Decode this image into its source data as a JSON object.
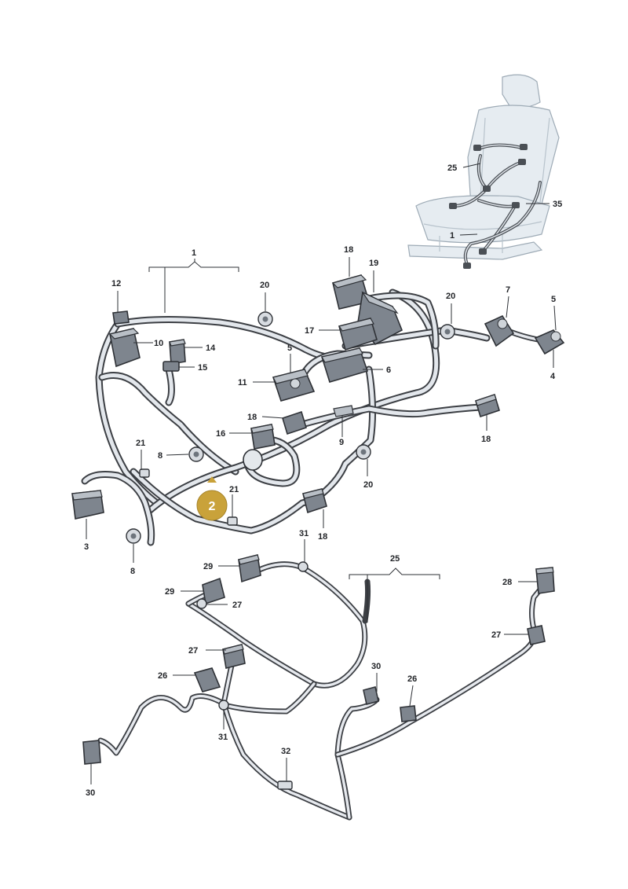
{
  "diagram": {
    "highlight_badge": "2",
    "callouts": {
      "c1_top": "1",
      "c12": "12",
      "c10": "10",
      "c14": "14",
      "c15": "15",
      "c20_a": "20",
      "c18_a": "18",
      "c19": "19",
      "c17": "17",
      "c5_a": "5",
      "c11": "11",
      "c6": "6",
      "c20_b": "20",
      "c7": "7",
      "c5_b": "5",
      "c4": "4",
      "c18_b": "18",
      "c9": "9",
      "c16": "16",
      "c18_c": "18",
      "c8_a": "8",
      "c21_a": "21",
      "c21_b": "21",
      "c20_c": "20",
      "c3": "3",
      "c8_b": "8",
      "c18_d": "18",
      "c25_seat": "25",
      "c35": "35",
      "c1_seat": "1",
      "c31_a": "31",
      "c25_b": "25",
      "c29_a": "29",
      "c29_b": "29",
      "c27_a": "27",
      "c28": "28",
      "c27_b": "27",
      "c27_c": "27",
      "c26_a": "26",
      "c30_a": "30",
      "c26_b": "26",
      "c31_b": "31",
      "c30_b": "30",
      "c32": "32"
    }
  }
}
